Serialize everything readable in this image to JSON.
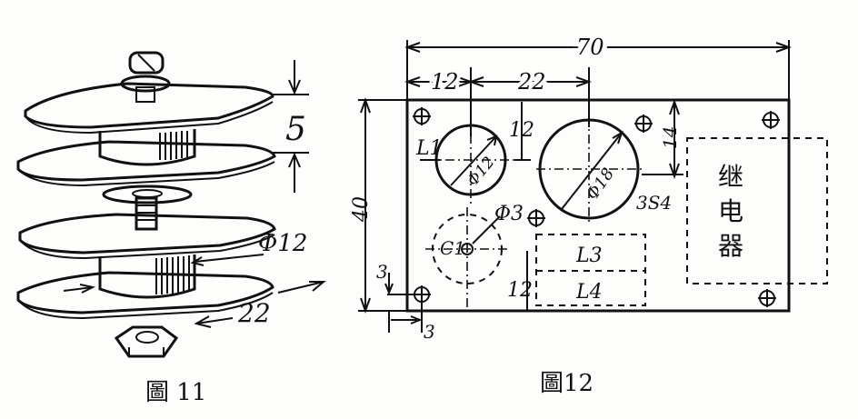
{
  "fig11": {
    "caption": "圖 11",
    "dim_height": "5",
    "dim_diameter": "Φ12",
    "dim_width": "22"
  },
  "fig12": {
    "caption": "圖12",
    "dim_total_width": "70",
    "dim_hole1_x": "12",
    "dim_hole_spacing": "22",
    "dim_hole1_y": "12",
    "dim_hole2_y": "14",
    "dim_height": "40",
    "dim_edge_y": "3",
    "dim_edge_x": "3",
    "dim_c1_y": "12",
    "label_l1": "L1",
    "label_hole1_dia": "Φ12",
    "label_hole2_dia": "Φ18",
    "label_tube": "3S4",
    "label_screw": "Φ3",
    "label_c1": "C1",
    "label_l3": "L3",
    "label_l4": "L4",
    "relay_label_1": "继",
    "relay_label_2": "电",
    "relay_label_3": "器"
  }
}
